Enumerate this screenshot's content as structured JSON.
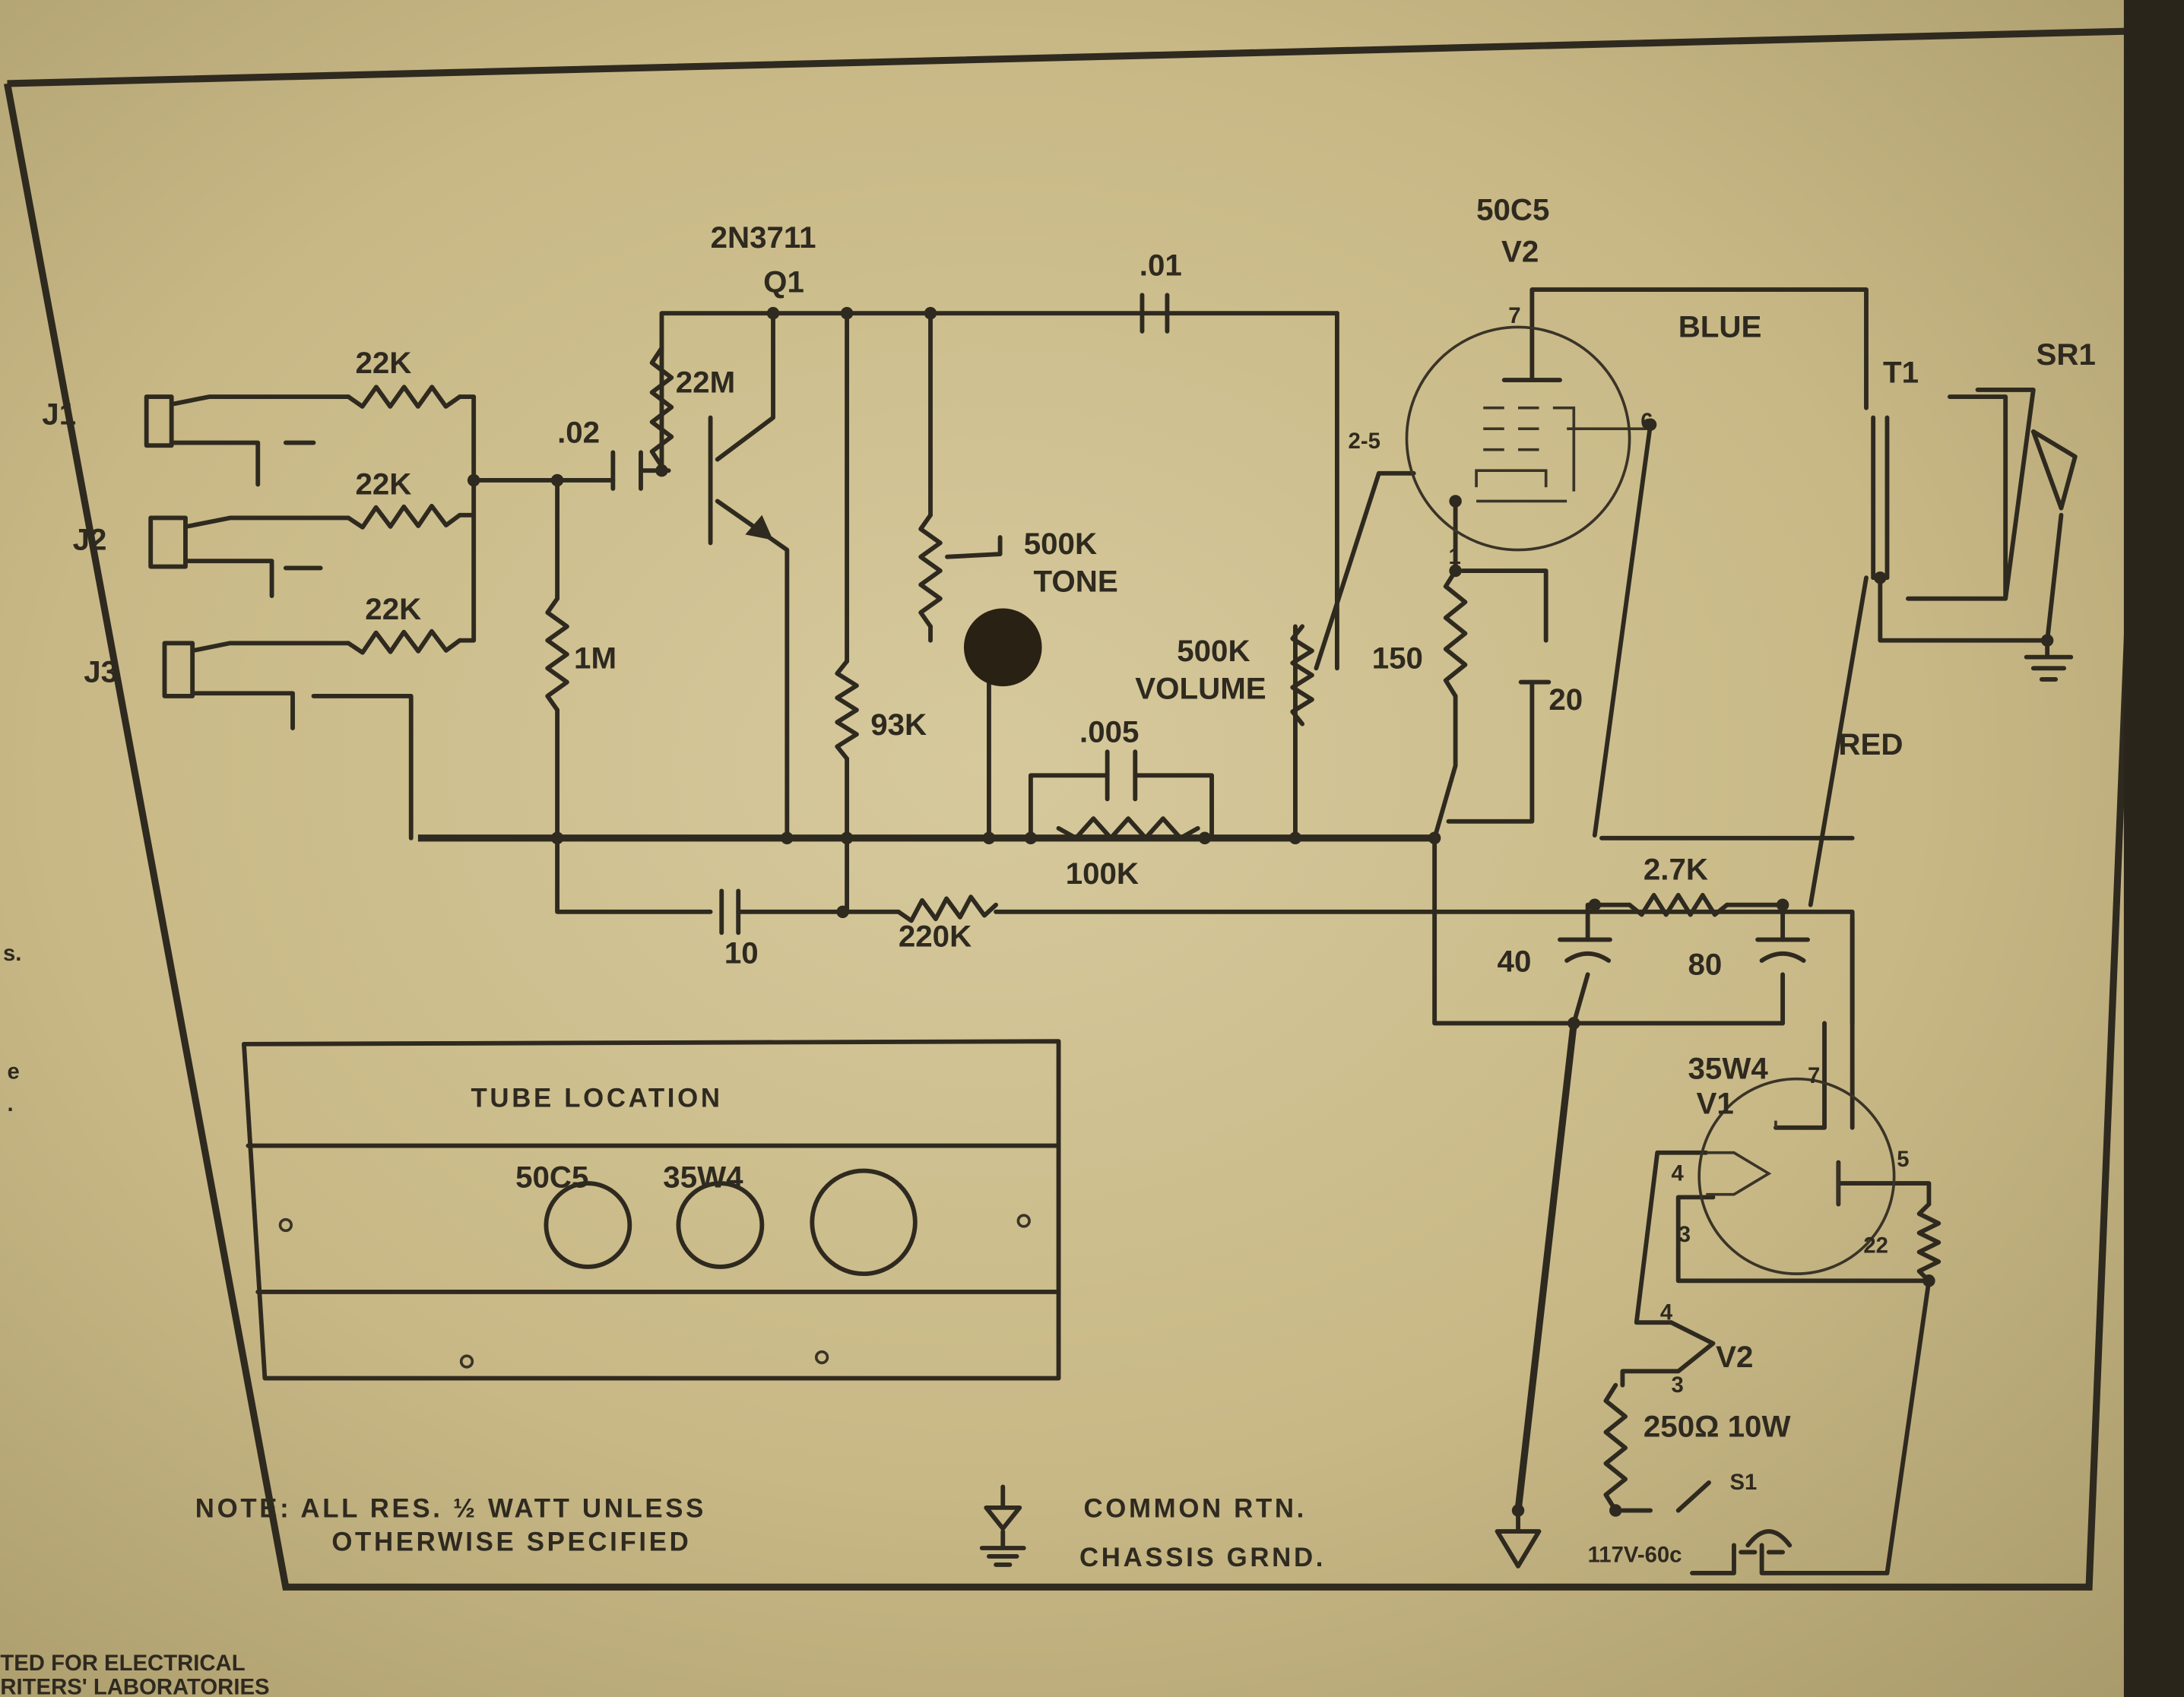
{
  "transistor": {
    "part": "2N3711",
    "ref": "Q1"
  },
  "inputs": {
    "jacks": [
      "J1",
      "J2",
      "J3"
    ],
    "resistors": [
      "22K",
      "22K",
      "22K"
    ]
  },
  "components": {
    "c_coupling": ".02",
    "r_bias": "22M",
    "r_1m": "1M",
    "c_top": ".01",
    "tone_value": "500K",
    "tone_name": "TONE",
    "volume_value": "500K",
    "volume_name": "VOLUME",
    "r_93k": "93K",
    "c_005": ".005",
    "r_100k": "100K",
    "c_10": "10",
    "r_220k": "220K",
    "r_150": "150",
    "c_20": "20",
    "r_27k": "2.7K",
    "c_40": "40",
    "c_80": "80",
    "r_22": "22",
    "r_250": "250Ω 10W",
    "switch": "S1",
    "mains": "117V-60c"
  },
  "output_tube": {
    "part": "50C5",
    "ref": "V2",
    "pin_plate": "7",
    "pin_screen": "6",
    "pin_heater": "2-5",
    "pin_cathode": "1"
  },
  "rectifier_tube": {
    "part": "35W4",
    "ref": "V1",
    "pin_plate": "7",
    "pin_5": "5",
    "pin_4": "4",
    "pin_3": "3"
  },
  "heater_v2": {
    "ref": "V2",
    "pin_4": "4",
    "pin_3": "3"
  },
  "output": {
    "wire_blue": "BLUE",
    "wire_red": "RED",
    "transformer": "T1",
    "speaker": "SR1"
  },
  "tube_location": {
    "title": "TUBE LOCATION",
    "sockets": [
      "50C5",
      "35W4"
    ]
  },
  "note": {
    "line1": "NOTE: ALL RES. ½ WATT UNLESS",
    "line2": "OTHERWISE SPECIFIED"
  },
  "legend": {
    "common": "COMMON RTN.",
    "chassis": "CHASSIS GRND."
  },
  "footer": {
    "line1": "TED FOR ELECTRICAL",
    "line2": "RITERS' LABORATORIES"
  },
  "margin_fragments": [
    "s.",
    "e",
    "."
  ]
}
